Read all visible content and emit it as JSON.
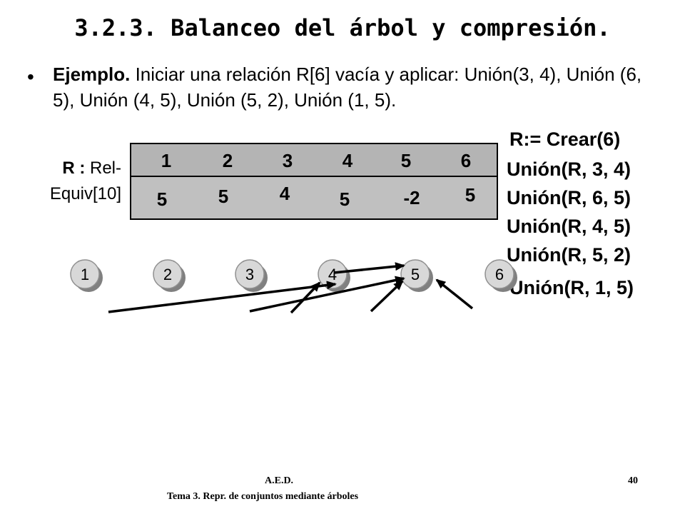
{
  "title": "3.2.3. Balanceo del árbol y compresión.",
  "bullet": {
    "lead": "Ejemplo.",
    "text": " Iniciar una relación R[6] vacía y aplicar: Unión(3, 4), Unión (6, 5), Unión (4, 5), Unión (5, 2), Unión (1, 5)."
  },
  "relation_label": {
    "name": "R :",
    "type_line1": " Rel-",
    "type_line2": "Equiv[10]"
  },
  "array": {
    "indices": [
      "1",
      "2",
      "3",
      "4",
      "5",
      "6"
    ],
    "values": [
      "5",
      "5",
      "4",
      "5",
      "-2",
      "5"
    ]
  },
  "operations": [
    "R:= Crear(6)",
    "Unión(R, 3, 4)",
    "Unión(R, 6, 5)",
    "Unión(R, 4, 5)",
    "Unión(R, 5, 2)",
    "Unión(R, 1, 5)"
  ],
  "nodes": [
    "1",
    "2",
    "3",
    "4",
    "5",
    "6"
  ],
  "footer": {
    "course": "A.E.D.",
    "topic": "Tema 3. Repr. de conjuntos mediante árboles",
    "page": "40"
  }
}
